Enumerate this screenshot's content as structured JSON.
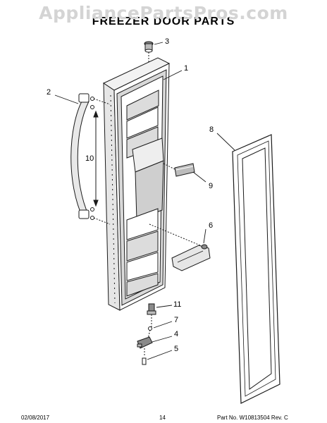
{
  "watermark": "AppliancePartsPros.com",
  "title": "FREEZER DOOR PARTS",
  "callouts": {
    "c1": "1",
    "c2": "2",
    "c3": "3",
    "c4": "4",
    "c5": "5",
    "c6": "6",
    "c7": "7",
    "c8": "8",
    "c9": "9",
    "c10": "10",
    "c11": "11"
  },
  "footer": {
    "date": "02/08/2017",
    "page": "14",
    "part_number": "Part No. W10813504  Rev. C"
  },
  "colors": {
    "line": "#1a1a1a",
    "shade": "#bcbcbc",
    "dark": "#8a8a8a"
  }
}
